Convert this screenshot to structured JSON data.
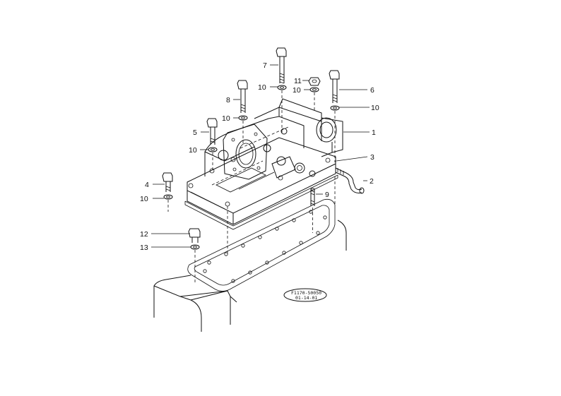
{
  "callouts": {
    "c1": "1",
    "c2": "2",
    "c3": "3",
    "c4": "4",
    "c5": "5",
    "c6": "6",
    "c7": "7",
    "c8": "8",
    "c9": "9",
    "c10a": "10",
    "c10b": "10",
    "c10c": "10",
    "c10d": "10",
    "c10e": "10",
    "c10f": "10",
    "c11": "11",
    "c12": "12",
    "c13": "13"
  },
  "stamp": {
    "line1": "F1170-50050",
    "line2": "01-14-01"
  }
}
